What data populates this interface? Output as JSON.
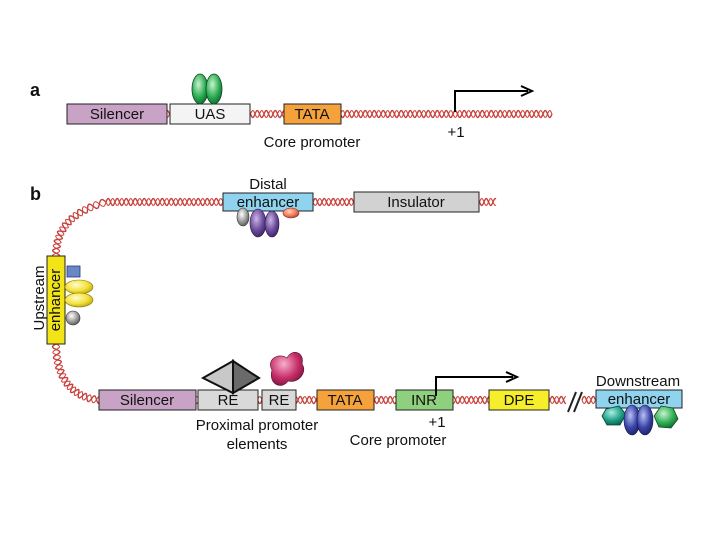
{
  "panels": {
    "a": "a",
    "b": "b"
  },
  "panel_a": {
    "silencer": "Silencer",
    "uas": "UAS",
    "tata": "TATA",
    "core_promoter": "Core promoter",
    "tss": "+1"
  },
  "panel_b": {
    "distal": "Distal",
    "enhancer": "enhancer",
    "insulator": "Insulator",
    "upstream": "Upstream",
    "upstream_enhancer": "enhancer",
    "silencer": "Silencer",
    "re1": "RE",
    "re2": "RE",
    "tata": "TATA",
    "inr": "INR",
    "dpe": "DPE",
    "downstream": "Downstream",
    "downstream_enhancer": "enhancer",
    "proximal_line1": "Proximal promoter",
    "proximal_line2": "elements",
    "tss": "+1",
    "core_promoter": "Core promoter"
  },
  "colors": {
    "dna": "#c8403a",
    "silencer": "#c9a3c6",
    "uas": "#f4f4f4",
    "tata": "#f5a23c",
    "enhancer": "#8fd3ee",
    "insulator": "#d2d2d2",
    "upstream_enhancer": "#f2e416",
    "inr": "#8fd07e",
    "dpe": "#f6ee2a",
    "re": "#d9d9d9"
  }
}
